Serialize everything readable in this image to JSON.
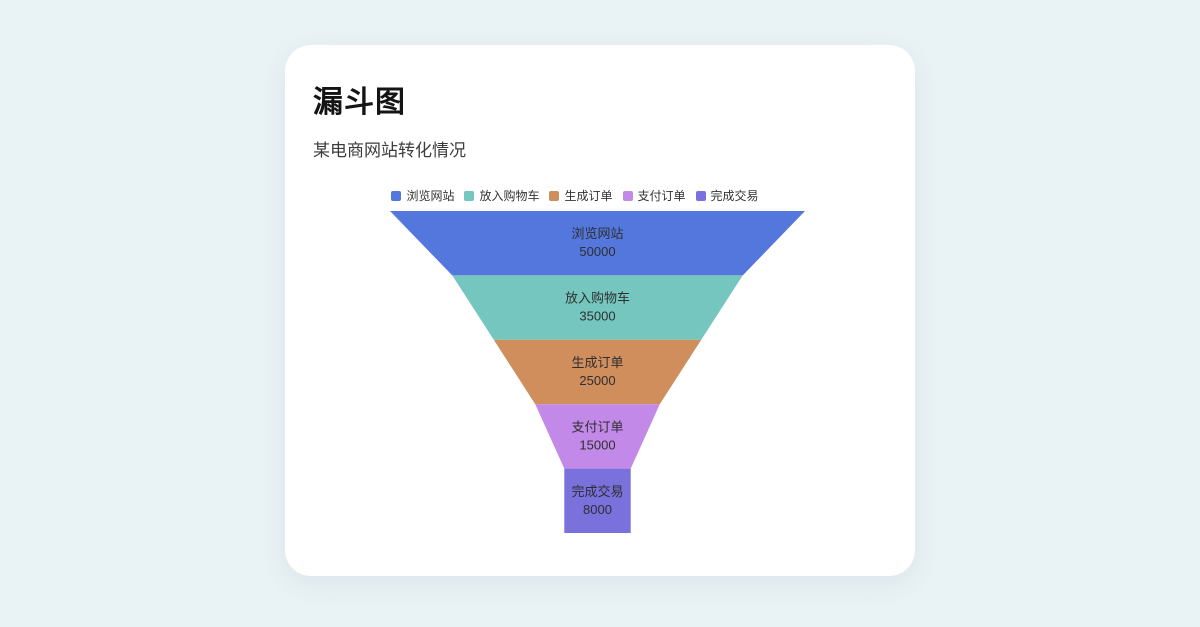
{
  "chart_data": {
    "type": "funnel",
    "title": "漏斗图",
    "subtitle": "某电商网站转化情况",
    "legend_position": "top-center",
    "label_position": "inside",
    "max_value": 50000,
    "stages": [
      {
        "name": "浏览网站",
        "value": 50000,
        "color": "#5477dd"
      },
      {
        "name": "放入购物车",
        "value": 35000,
        "color": "#74c6bf"
      },
      {
        "name": "生成订单",
        "value": 25000,
        "color": "#d08e5d"
      },
      {
        "name": "支付订单",
        "value": 15000,
        "color": "#c289e9"
      },
      {
        "name": "完成交易",
        "value": 8000,
        "color": "#7a71dd"
      }
    ],
    "colors": {
      "page_background": "#e9f2f5",
      "card_background": "#ffffff",
      "label_text": "#2f2f2f",
      "legend_text": "#333333",
      "title_text": "#141414",
      "subtitle_text": "#3c3c3c"
    }
  }
}
